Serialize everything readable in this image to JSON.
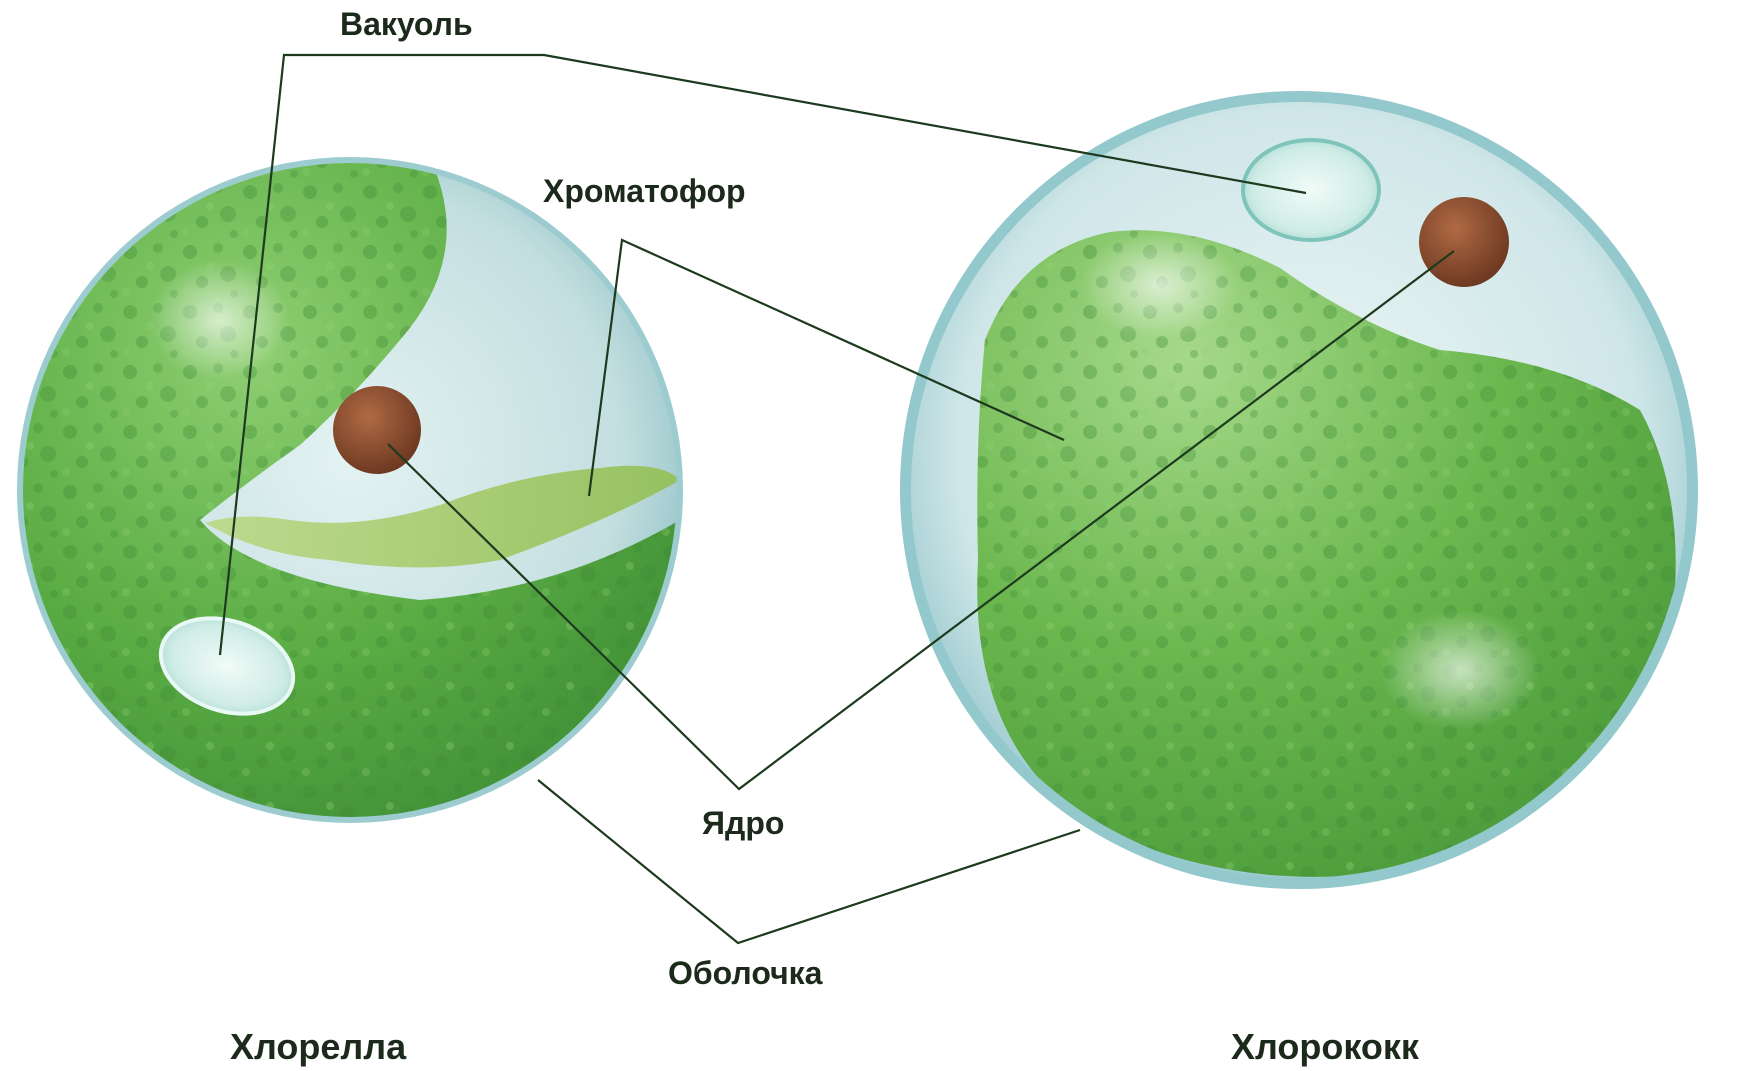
{
  "labels": {
    "vacuole": "Вакуоль",
    "chromatophore": "Хроматофор",
    "nucleus": "Ядро",
    "shell": "Оболочка"
  },
  "organisms": {
    "left": "Хлорелла",
    "right": "Хлорококк"
  },
  "colors": {
    "cell_fill": "#c9e2e2",
    "cell_rim": "#8fc6cc",
    "chromatophore_green": "#5cae45",
    "chromatophore_light": "#9cc65a",
    "nucleus": "#8a4a2c",
    "vacuole": "#d7f0ea",
    "leader_line": "#1e3a1e"
  }
}
